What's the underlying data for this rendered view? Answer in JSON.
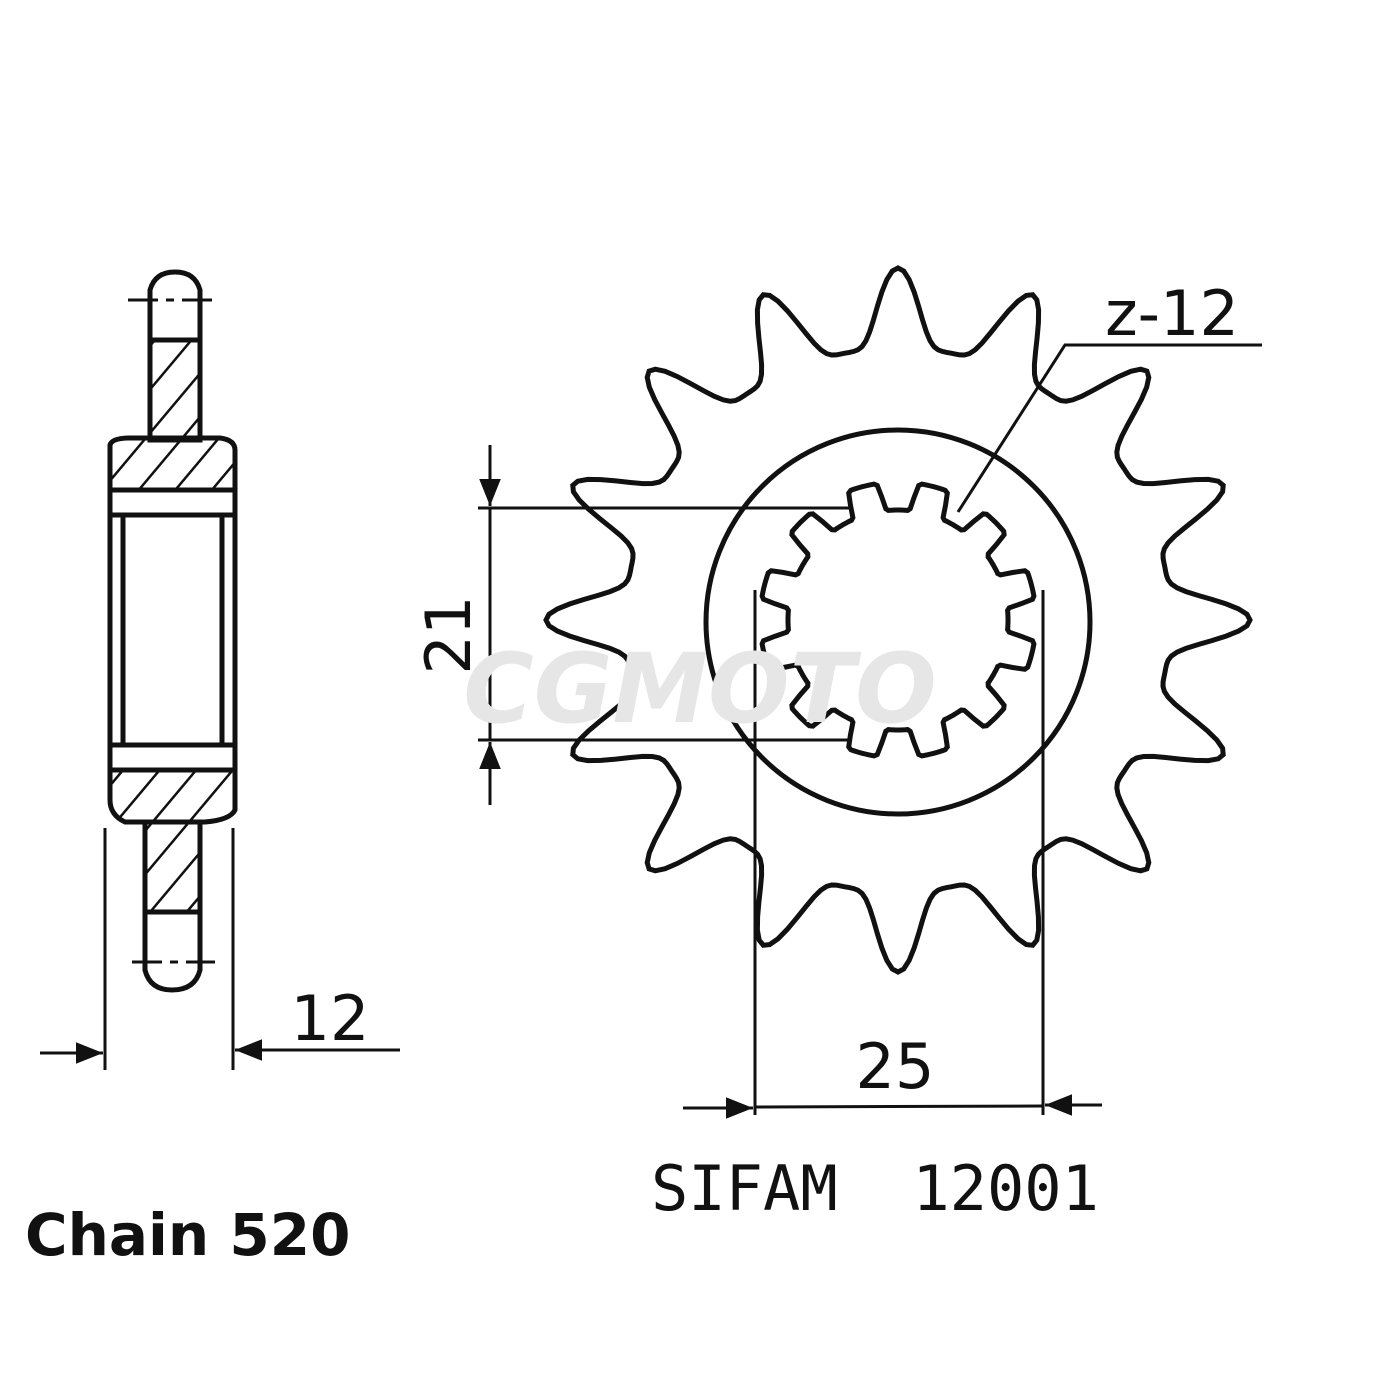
{
  "diagram": {
    "tooth_label": "z-12",
    "dim_spline_height": "21",
    "dim_spline_width": "25",
    "dim_thickness": "12",
    "part_number": "SIFAM  12001",
    "chain_label": "Chain 520",
    "watermark": "CGMOTO",
    "outer_teeth": 16,
    "spline_teeth": 12,
    "line_color": "#111111",
    "watermark_color": "#e6e6e6"
  }
}
